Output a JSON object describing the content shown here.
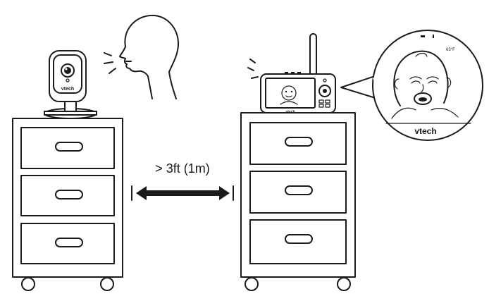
{
  "distance_label": "> 3ft (1m)",
  "camera_brand": "vtech",
  "monitor_brand": "vtech",
  "zoom_brand": "vtech",
  "zoom_temperature": "63°F",
  "icons": [
    "baby-camera-icon",
    "parent-unit-monitor-icon",
    "person-speaking-icon",
    "double-arrow-icon",
    "cabinet-icon"
  ],
  "colors": {
    "line": "#1a1a1a",
    "background": "#ffffff"
  }
}
